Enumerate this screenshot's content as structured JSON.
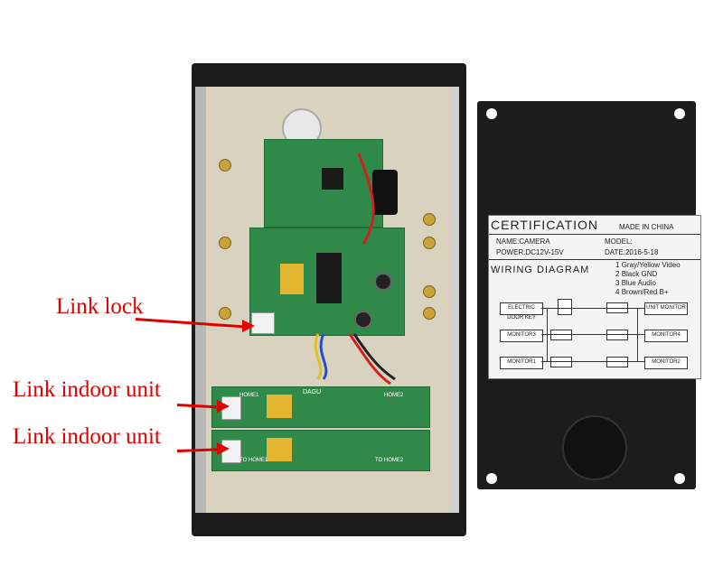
{
  "annotations": {
    "link_lock": "Link  lock",
    "link_indoor_1": "Link indoor unit",
    "link_indoor_2": "Link indoor unit"
  },
  "label": {
    "certification": "CERTIFICATION",
    "made_in": "MADE IN CHINA",
    "name": "NAME:CAMERA",
    "model": "MODEL:",
    "power": "POWER:DC12V-15V",
    "date": "DATE:2016-5-18",
    "wiring_diagram": "WIRING  DIAGRAM",
    "wires": [
      {
        "num": "1",
        "color": "Gray/Yellow",
        "sig": "Video"
      },
      {
        "num": "2",
        "color": "Black",
        "sig": "GND"
      },
      {
        "num": "3",
        "color": "Blue",
        "sig": "Audio"
      },
      {
        "num": "4",
        "color": "Brown/Red",
        "sig": "B+"
      }
    ],
    "boxes": {
      "door_key": "ELECTRIC DOOR KEY",
      "monitor3": "MONITOR3",
      "monitor1": "MONITOR1",
      "unit_monitor": "UNIT MONITOR",
      "monitor4": "MONITOR4",
      "monitor2": "MONITOR2"
    }
  },
  "pcb_text": {
    "brand": "DAGU",
    "home1": "HOME1",
    "home2": "HOME2",
    "to_home1": "TO HOME1",
    "to_home2": "TO HOME2"
  },
  "colors": {
    "annotation": "#e00000",
    "pcb": "#2f8a4a",
    "housing": "#1b1b1b"
  }
}
